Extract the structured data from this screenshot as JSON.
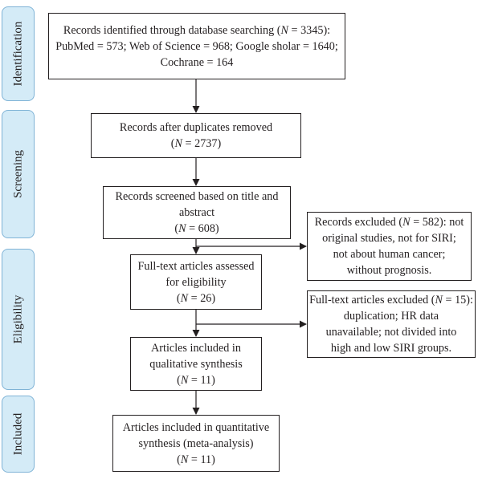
{
  "phases": {
    "identification": "Identification",
    "screening": "Screening",
    "eligibility": "Eligibility",
    "included": "Included"
  },
  "boxes": {
    "identified": {
      "line1": "Records identified through database searching (",
      "n_symbol": "N",
      "line1_tail": " = 3345):",
      "line2": "PubMed = 573; Web of Science = 968; Google sholar = 1640;",
      "line3": "Cochrane = 164"
    },
    "duplicates_removed": {
      "line1": "Records after duplicates removed",
      "n_prefix": "(",
      "n_symbol": "N",
      "n_value": " = 2737)"
    },
    "screened": {
      "line1": "Records screened based on title and",
      "line2": "abstract",
      "n_prefix": "(",
      "n_symbol": "N",
      "n_value": " = 608)"
    },
    "records_excluded": {
      "line1_head": "Records excluded (",
      "n_symbol": "N",
      "line1_tail": " = 582): not",
      "line2": "original studies, not for SIRI;",
      "line3": "not about human cancer;",
      "line4": "without prognosis."
    },
    "fulltext_assessed": {
      "line1": "Full-text articles assessed",
      "line2": "for eligibility",
      "n_prefix": "(",
      "n_symbol": "N",
      "n_value": " = 26)"
    },
    "fulltext_excluded": {
      "line1_head": "Full-text articles excluded (",
      "n_symbol": "N",
      "line1_tail": " = 15):",
      "line2": "duplication; HR data",
      "line3": "unavailable; not divided into",
      "line4": "high and low SIRI groups."
    },
    "qualitative": {
      "line1": "Articles included in",
      "line2": "qualitative synthesis",
      "n_prefix": "(",
      "n_symbol": "N",
      "n_value": " = 11)"
    },
    "quantitative": {
      "line1": "Articles included in quantitative",
      "line2": "synthesis (meta-analysis)",
      "n_prefix": "(",
      "n_symbol": "N",
      "n_value": " = 11)"
    }
  },
  "colors": {
    "phase_fill": "#d4ebf7",
    "phase_border": "#7fb3d6",
    "line": "#231f20"
  }
}
